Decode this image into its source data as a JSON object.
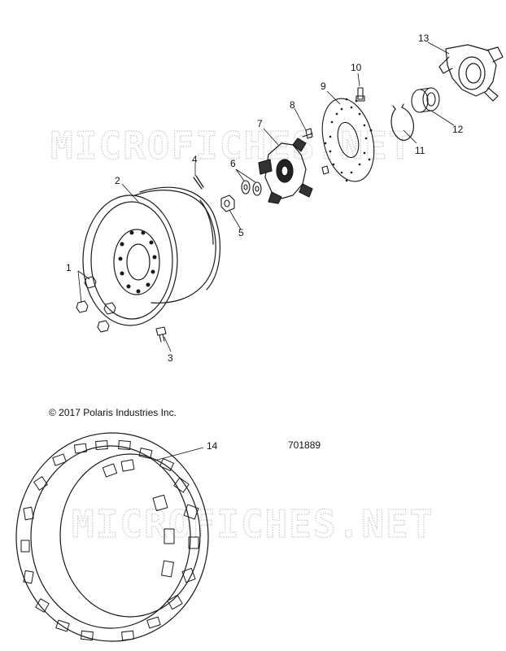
{
  "copyright": "© 2017 Polaris Industries Inc.",
  "drawing_number": "701889",
  "watermark": "MICROFICHES.NET",
  "callouts": {
    "c1": "1",
    "c2": "2",
    "c3": "3",
    "c4": "4",
    "c5": "5",
    "c6": "6",
    "c7": "7",
    "c8": "8",
    "c9": "9",
    "c10": "10",
    "c11": "11",
    "c12": "12",
    "c13": "13",
    "c14": "14"
  },
  "icons": {
    "rim": "wheel-rim-icon",
    "tire": "tire-icon",
    "hub": "wheel-hub-icon",
    "disc": "brake-disc-icon",
    "bearing": "bearing-icon",
    "housing": "bearing-housing-icon"
  }
}
